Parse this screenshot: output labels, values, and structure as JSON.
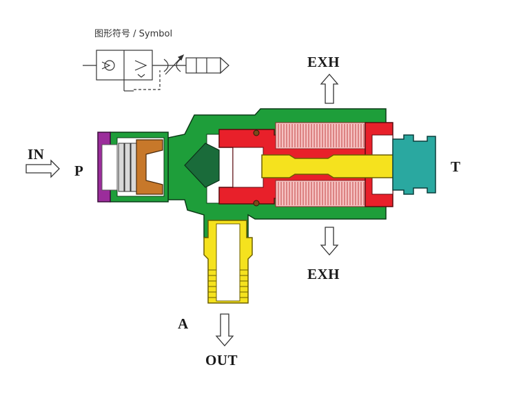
{
  "symbol": {
    "title": "图形符号 / Symbol"
  },
  "ports": {
    "in": "IN",
    "p": "P",
    "exh_top": "EXH",
    "exh_bottom": "EXH",
    "t": "T",
    "a": "A",
    "out": "OUT"
  },
  "colors": {
    "body": "#1e9e3a",
    "bonnet": "#e8202a",
    "stem": "#f5e21e",
    "knob": "#2aa8a0",
    "inlet_ring": "#9b2d9b",
    "diaphragm": "#1a6b3a",
    "collet": "#c7782a",
    "silencer": "#f2a7a7"
  }
}
